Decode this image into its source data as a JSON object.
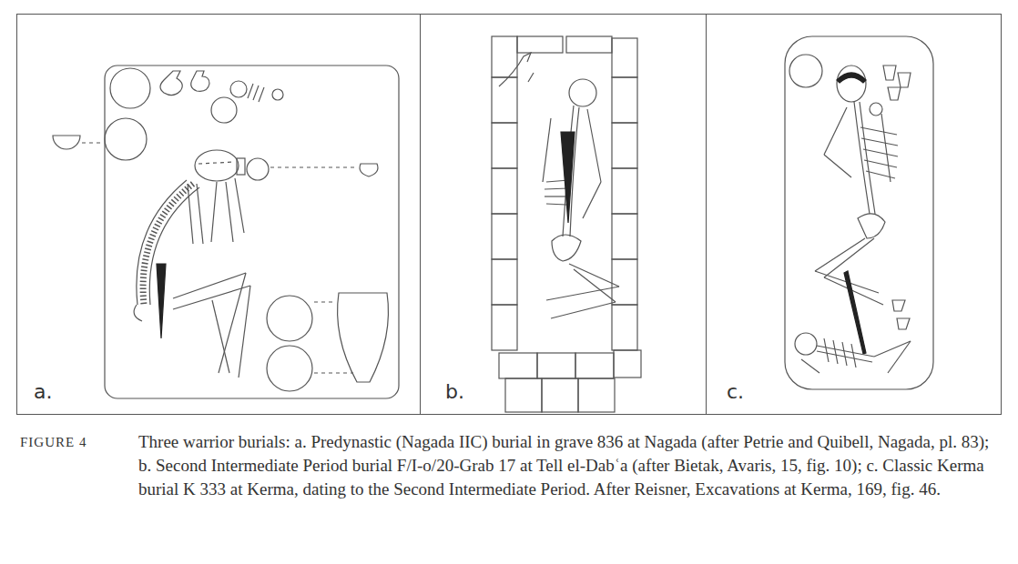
{
  "diagram": {
    "caption": "Three warrior burials: a. Predynastic (Nagada IIC) burial in grave 836 at Nagada (after Petrie and Quibell, Nagada, pl. 83); b. Second Intermediate Period burial F/I-o/20-Grab 17 at Tell el-Dabʿa (after Bietak, Avaris, 15, fig. 10); c. Classic Kerma burial K 333 at Kerma, dating to the Second Intermediate Period. After Reisner, Excavations at Kerma, 169, fig. 46.",
    "nodes": [
      {
        "text": [
          "a."
        ]
      },
      {
        "text": [
          "b."
        ]
      },
      {
        "text": [
          "c."
        ]
      }
    ],
    "labels": [
      "FIGURE 4"
    ]
  }
}
